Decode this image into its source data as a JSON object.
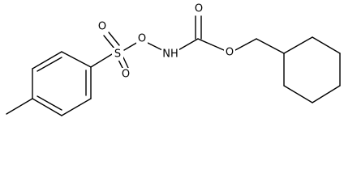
{
  "molecule": {
    "atoms": {
      "sulfonyl_oxygen_top": "O",
      "sulfonyl_oxygen_bottom": "O",
      "sulfur": "S",
      "bridge_oxygen": "O",
      "amine": "NH",
      "carbonyl_oxygen": "O",
      "ester_oxygen": "O"
    }
  },
  "colors": {
    "bond": "#000000",
    "background": "#ffffff"
  }
}
